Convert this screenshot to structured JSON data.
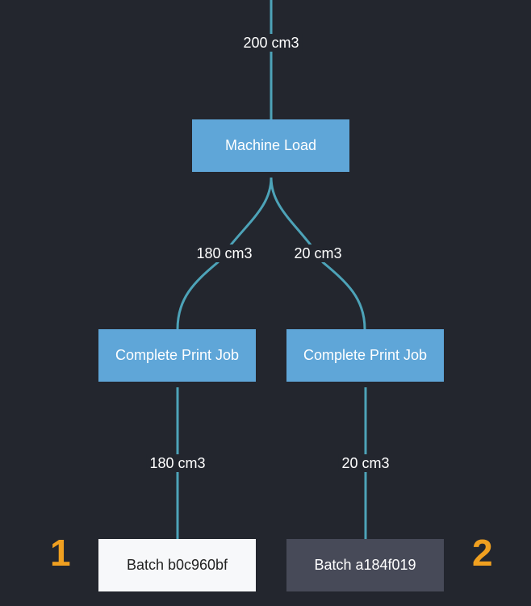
{
  "edges": {
    "input_label": "200 cm3",
    "left_split_label": "180 cm3",
    "right_split_label": "20 cm3",
    "left_output_label": "180 cm3",
    "right_output_label": "20 cm3"
  },
  "nodes": {
    "machine_load": "Machine Load",
    "print_job_left": "Complete Print Job",
    "print_job_right": "Complete Print Job",
    "batch_left": "Batch b0c960bf",
    "batch_right": "Batch a184f019"
  },
  "markers": {
    "left": "1",
    "right": "2"
  },
  "colors": {
    "background": "#23262e",
    "edge": "#4da3b8",
    "process_node": "#5fa6d8",
    "batch_light": "#f7f8fa",
    "batch_dark": "#474a58",
    "marker": "#f0a020"
  }
}
